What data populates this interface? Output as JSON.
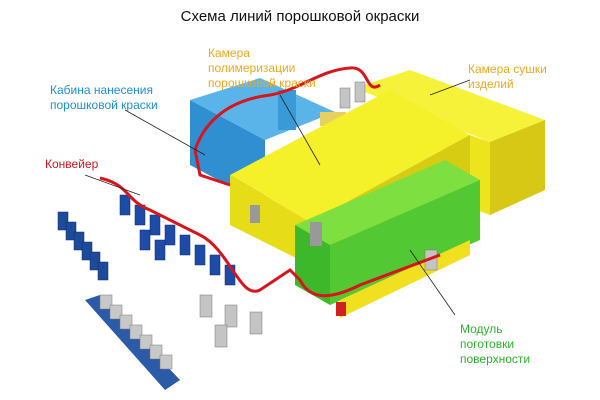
{
  "title": "Схема линий порошковой окраски",
  "labels": {
    "polymerization": [
      "Камера",
      "полимеризации",
      "порошковой краски"
    ],
    "drying": [
      "Камера сушки",
      "изделий"
    ],
    "booth": [
      "Кабина нанесения",
      "порошковой краски"
    ],
    "conveyor": [
      "Конвейер"
    ],
    "pretreatment": [
      "Модуль",
      "поготовки",
      "поверхности"
    ]
  },
  "colors": {
    "polymerization": "#f0a81c",
    "drying": "#f0a81c",
    "booth": "#1d8fd6",
    "conveyor": "#d8141c",
    "pretreatment": "#2cb52c",
    "yellow_unit": "#f2ee1a",
    "green_unit": "#5dd42a",
    "blue_unit": "#3aa0dc"
  }
}
